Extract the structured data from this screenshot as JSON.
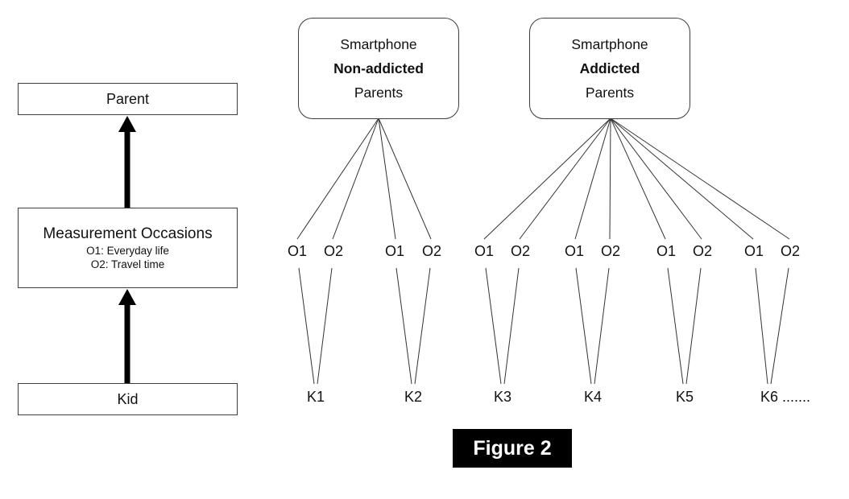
{
  "left_panel": {
    "parent_label": "Parent",
    "measurement": {
      "title": "Measurement Occasions",
      "line1": "O1: Everyday life",
      "line2": "O2: Travel time"
    },
    "kid_label": "Kid"
  },
  "parent_groups": [
    {
      "line1": "Smartphone",
      "line2": "Non-addicted",
      "line3": "Parents"
    },
    {
      "line1": "Smartphone",
      "line2": "Addicted",
      "line3": "Parents"
    }
  ],
  "occasions": [
    "O1",
    "O2",
    "O1",
    "O2",
    "O1",
    "O2",
    "O1",
    "O2",
    "O1",
    "O2",
    "O1",
    "O2"
  ],
  "kids": [
    "K1",
    "K2",
    "K3",
    "K4",
    "K5",
    "K6 ......."
  ],
  "caption": "Figure 2",
  "colors": {
    "line": "#333333",
    "border": "#3d3d3d",
    "caption_bg": "#000000",
    "caption_text": "#ffffff"
  }
}
